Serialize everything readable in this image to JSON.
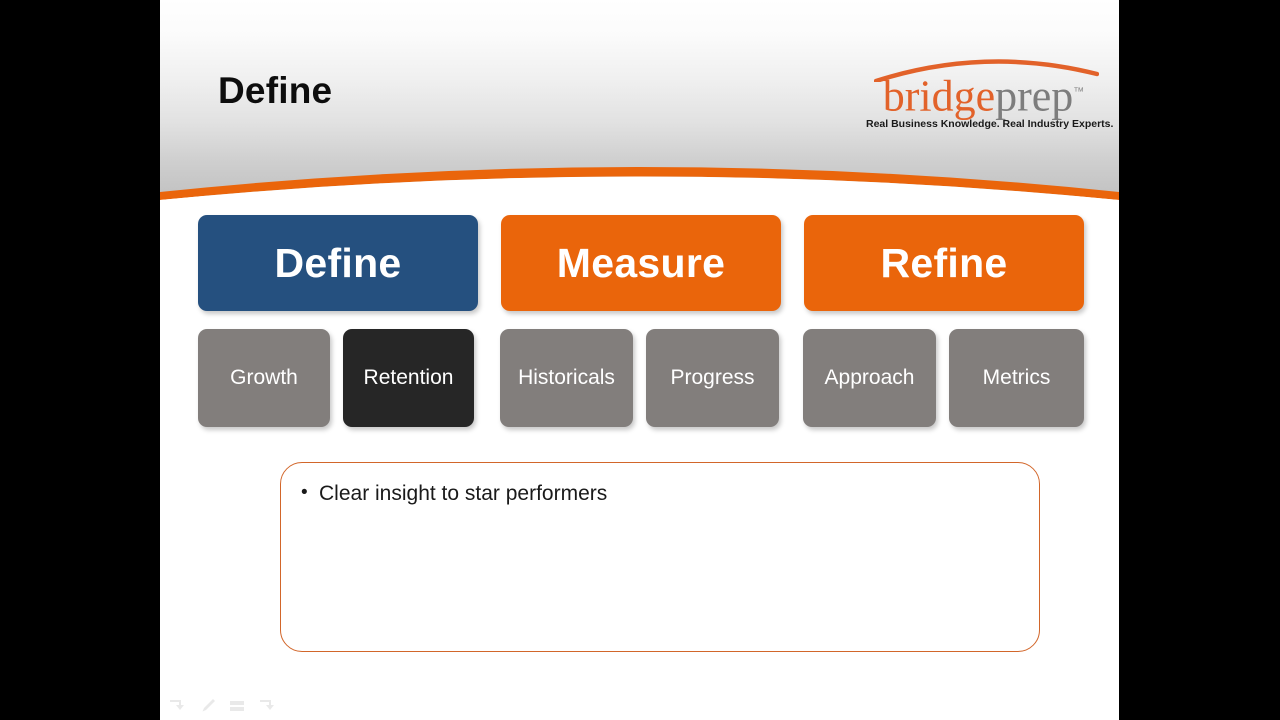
{
  "slide": {
    "title": "Define",
    "logo": {
      "word_primary": "bridge",
      "word_secondary": "prep",
      "trademark": "™",
      "tagline": "Real Business Knowledge. Real Industry Experts."
    },
    "accent_orange": "#EA650B",
    "accent_blue": "#25507F",
    "accent_gray": "#827E7C",
    "accent_active": "#262626",
    "callout_border": "#D2662A",
    "phases": [
      {
        "label": "Define",
        "color": "#25507F",
        "state": "current"
      },
      {
        "label": "Measure",
        "color": "#EA650B",
        "state": "default"
      },
      {
        "label": "Refine",
        "color": "#EA650B",
        "state": "default"
      }
    ],
    "subtopics": [
      {
        "label": "Growth",
        "state": "default"
      },
      {
        "label": "Retention",
        "state": "active"
      },
      {
        "label": "Historicals",
        "state": "default"
      },
      {
        "label": "Progress",
        "state": "default"
      },
      {
        "label": "Approach",
        "state": "default"
      },
      {
        "label": "Metrics",
        "state": "default"
      }
    ],
    "callout": {
      "bullets": [
        "Clear insight to star performers"
      ]
    }
  },
  "annotation_toolbar": {
    "tools": [
      {
        "name": "pointer-arrow-icon"
      },
      {
        "name": "pen-icon"
      },
      {
        "name": "highlighter-icon"
      },
      {
        "name": "eraser-arrow-icon"
      }
    ]
  }
}
